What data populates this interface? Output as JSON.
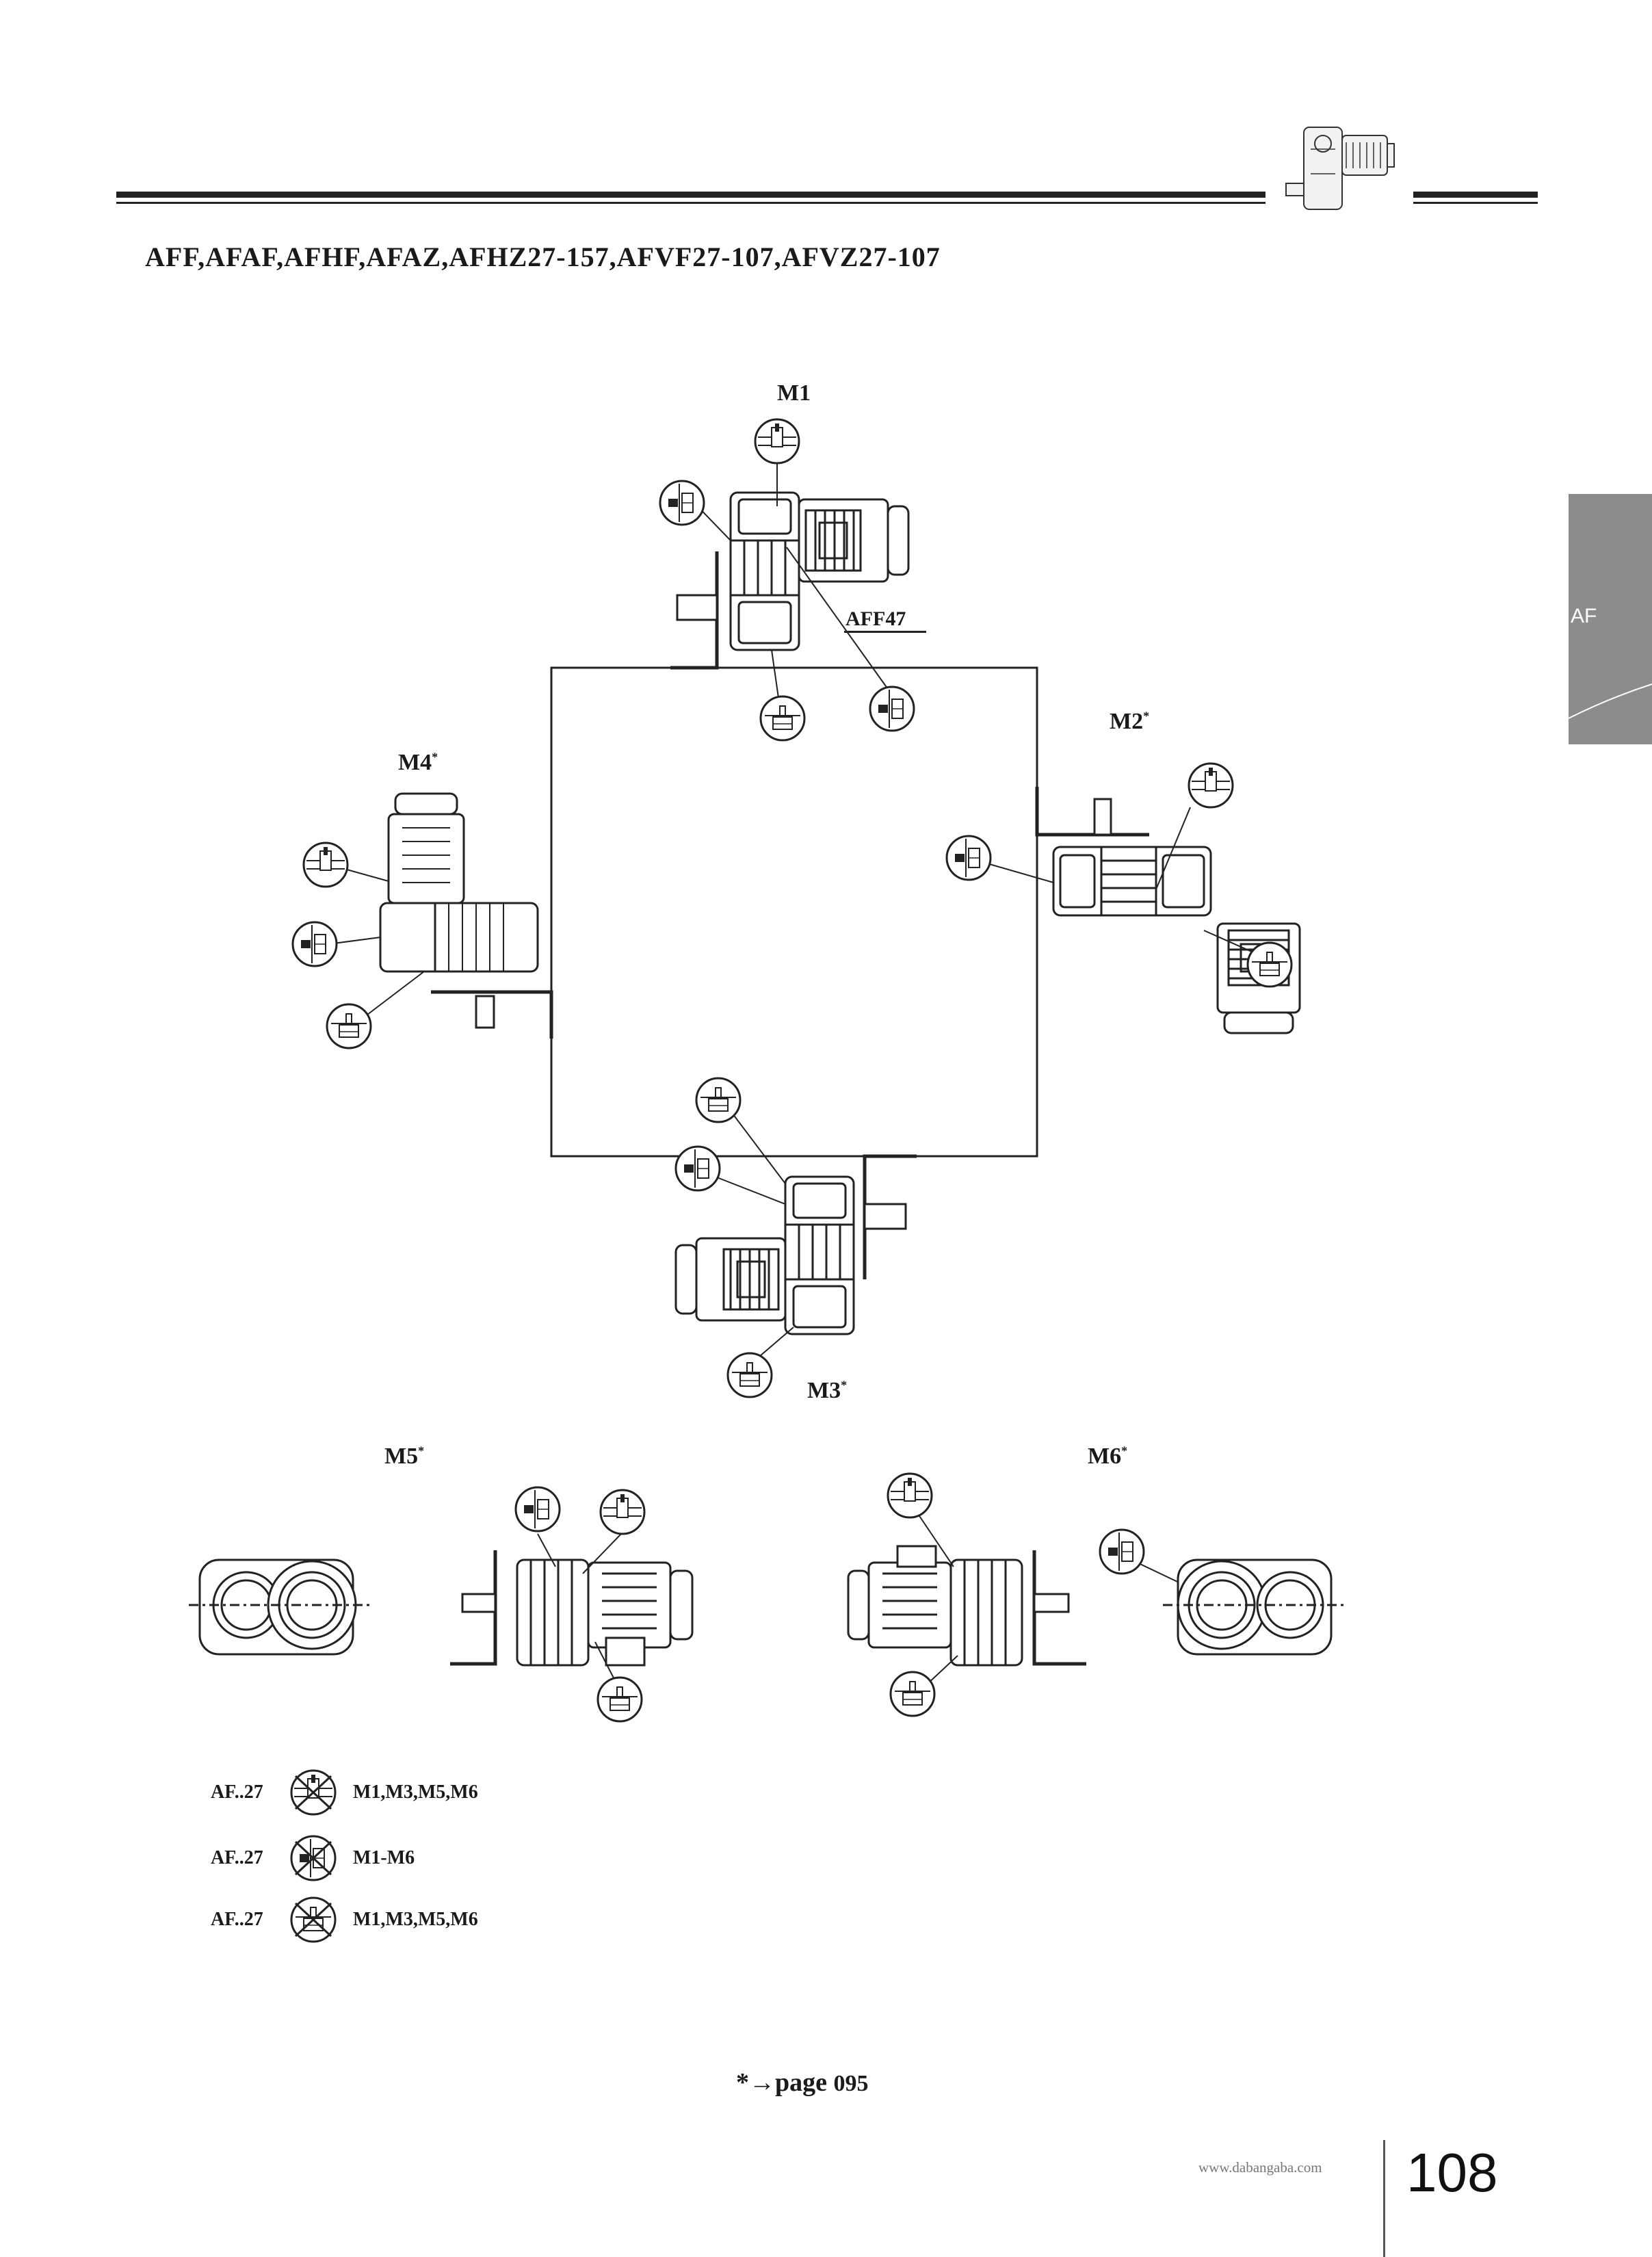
{
  "header": {
    "title": "AFF,AFAF,AFHF,AFAZ,AFHZ27-157,AFVF27-107,AFVZ27-107"
  },
  "side_tab": {
    "label": "AF",
    "color": "#8c8c8c"
  },
  "diagram": {
    "mounting_positions": [
      {
        "id": "M1",
        "label": "M1",
        "mark": ""
      },
      {
        "id": "M2",
        "label": "M2",
        "mark": "*"
      },
      {
        "id": "M3",
        "label": "M3",
        "mark": "*"
      },
      {
        "id": "M4",
        "label": "M4",
        "mark": "*"
      },
      {
        "id": "M5",
        "label": "M5",
        "mark": "*"
      },
      {
        "id": "M6",
        "label": "M6",
        "mark": "*"
      }
    ],
    "model_label": "AFF47"
  },
  "legend": [
    {
      "code": "AF..27",
      "mounts": "M1,M3,M5,M6"
    },
    {
      "code": "AF..27",
      "mounts": "M1-M6"
    },
    {
      "code": "AF..27",
      "mounts": "M1,M3,M5,M6"
    }
  ],
  "footnote": {
    "symbol": "*→page",
    "page": "095"
  },
  "footer": {
    "website": "www.dabangaba.com",
    "page_number": "108"
  }
}
